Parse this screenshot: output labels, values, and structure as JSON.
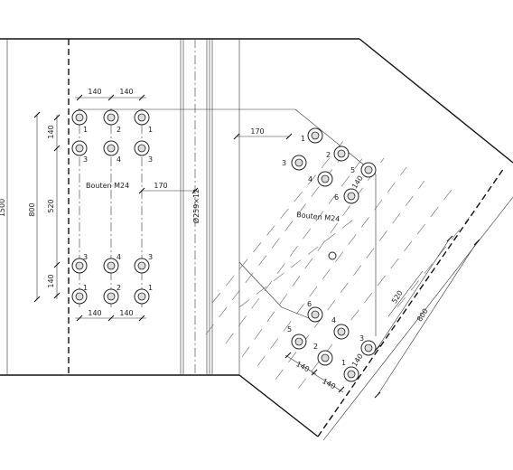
{
  "left_plate": {
    "bolt_label": "Bouten M24",
    "top_dims": [
      "140",
      "140"
    ],
    "bottom_dims": [
      "140",
      "140"
    ],
    "left_dims": [
      "140",
      "520",
      "140"
    ],
    "overall_left_dims": [
      "800",
      "1500"
    ],
    "bolt_numbers": [
      "1",
      "2",
      "1",
      "3",
      "4",
      "3",
      "3",
      "4",
      "3",
      "1",
      "2",
      "1"
    ]
  },
  "column": {
    "tube_label": "Ø259×12",
    "offset_dim": "170"
  },
  "right_plate": {
    "bolt_label": "Bouten M24",
    "offset_dim": "170",
    "top_bolt_numbers": [
      "1",
      "2",
      "3",
      "4",
      "5",
      "6"
    ],
    "bottom_bolt_numbers": [
      "6",
      "4",
      "5",
      "2",
      "3",
      "1"
    ],
    "upper_dim": "140",
    "lower_dims": [
      "140",
      "140",
      "140"
    ],
    "diag_dims": [
      "520",
      "800"
    ]
  }
}
